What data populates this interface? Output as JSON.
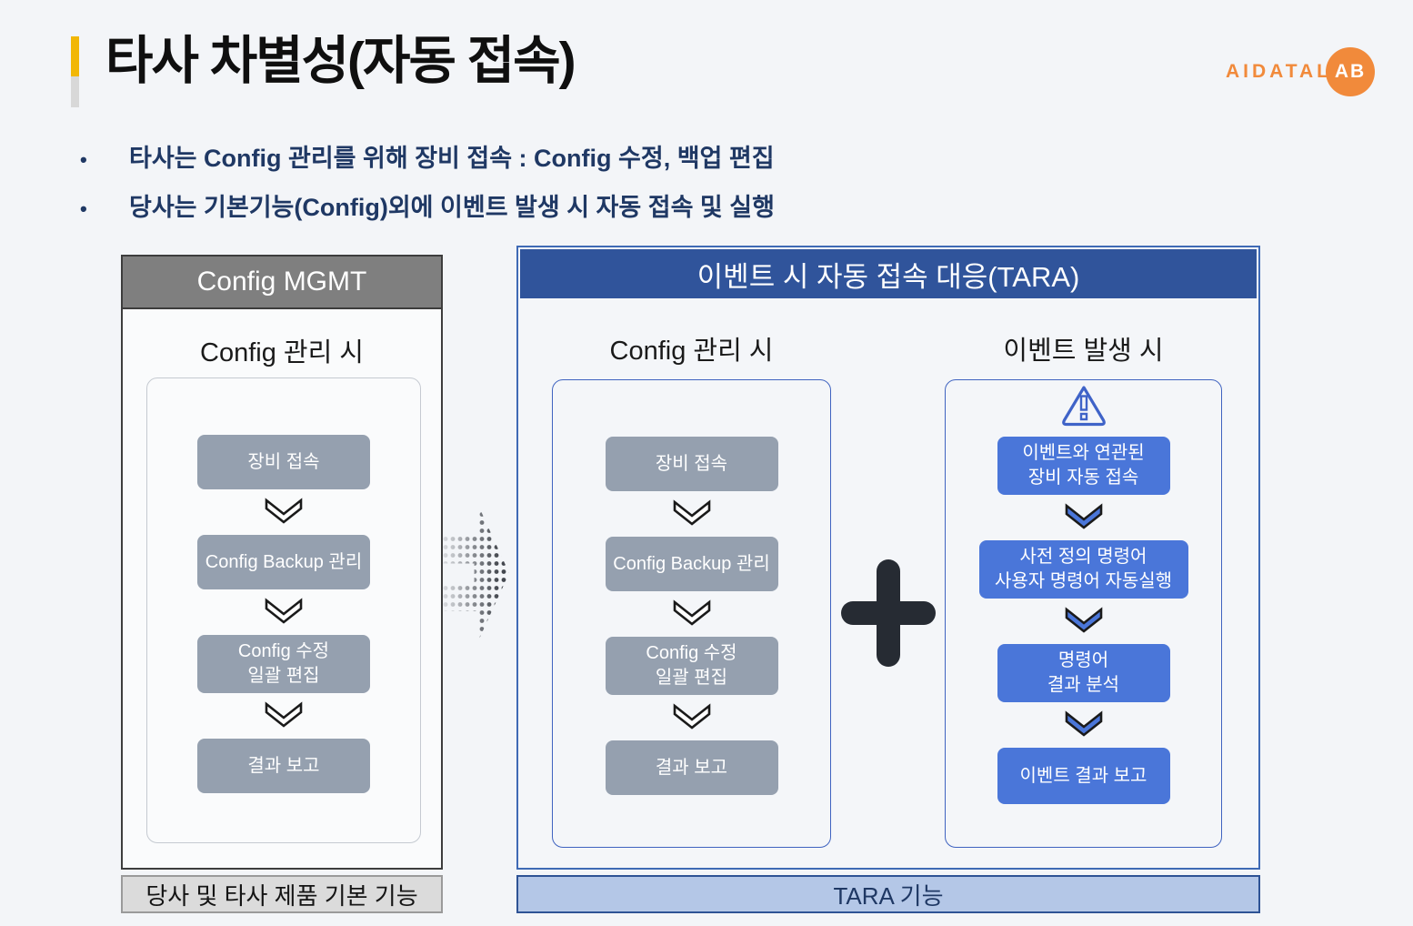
{
  "header": {
    "title": "타사 차별성(자동 접속)",
    "logo": {
      "text_main": "AIDATAL",
      "text_circle": "AB"
    }
  },
  "bullets": [
    "타사는 Config 관리를 위해 장비 접속 : Config 수정, 백업 편집",
    "당사는 기본기능(Config)외에 이벤트 발생 시 자동 접속 및 실행"
  ],
  "left_panel": {
    "header": "Config MGMT",
    "subtitle": "Config 관리 시",
    "steps": [
      "장비 접속",
      "Config Backup 관리",
      "Config 수정\n일괄 편집",
      "결과 보고"
    ],
    "footer": "당사 및 타사 제품 기본 기능"
  },
  "right_panel": {
    "header": "이벤트 시 자동 접속 대응(TARA)",
    "config_column": {
      "subtitle": "Config 관리 시",
      "steps": [
        "장비 접속",
        "Config Backup 관리",
        "Config 수정\n일괄 편집",
        "결과 보고"
      ]
    },
    "event_column": {
      "subtitle": "이벤트 발생 시",
      "steps": [
        "이벤트와 연관된\n장비 자동 접속",
        "사전 정의 명령어\n사용자 명령어 자동실행",
        "명령어\n결과 분석",
        "이벤트 결과 보고"
      ]
    },
    "footer": "TARA 기능"
  },
  "colors": {
    "accent_yellow": "#F2B705",
    "accent_gray": "#D8D8D8",
    "logo_orange": "#F18A3B",
    "navy_text": "#1F3864",
    "gray_header": "#7F7F7F",
    "blue_header": "#30549B",
    "gray_box": "#95A0AF",
    "blue_box": "#4A76D9",
    "footer_left_bg": "#DBDBDB",
    "footer_right_bg": "#B4C7E7",
    "plus_dark": "#262B33",
    "warning_icon_blue": "#3F63C8"
  }
}
